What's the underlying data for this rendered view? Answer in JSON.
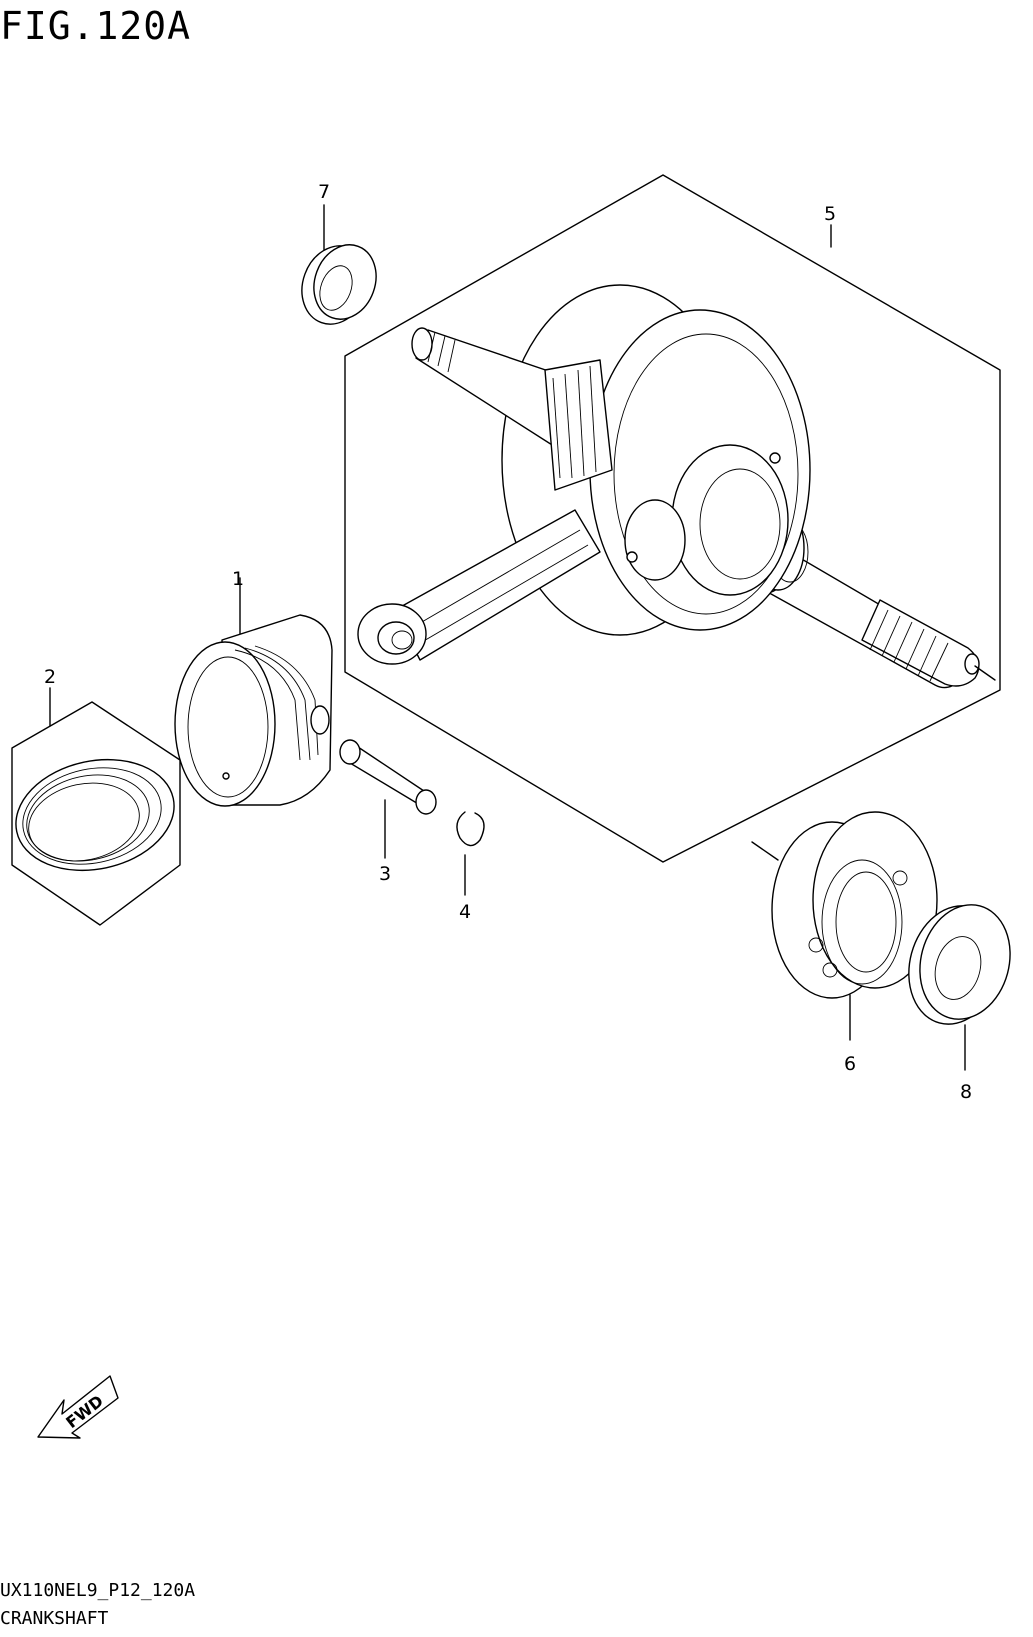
{
  "figure": {
    "title": "FIG.120A",
    "drawing_code": "UX110NEL9_P12_120A",
    "section_name": "CRANKSHAFT",
    "fwd_label": "FWD"
  },
  "callouts": [
    {
      "number": "1",
      "part": "piston"
    },
    {
      "number": "2",
      "part": "piston-ring-set"
    },
    {
      "number": "3",
      "part": "piston-pin"
    },
    {
      "number": "4",
      "part": "piston-pin-circlip"
    },
    {
      "number": "5",
      "part": "crankshaft-assembly"
    },
    {
      "number": "6",
      "part": "crankshaft-bearing"
    },
    {
      "number": "7",
      "part": "oil-seal-left"
    },
    {
      "number": "8",
      "part": "oil-seal-right"
    }
  ]
}
